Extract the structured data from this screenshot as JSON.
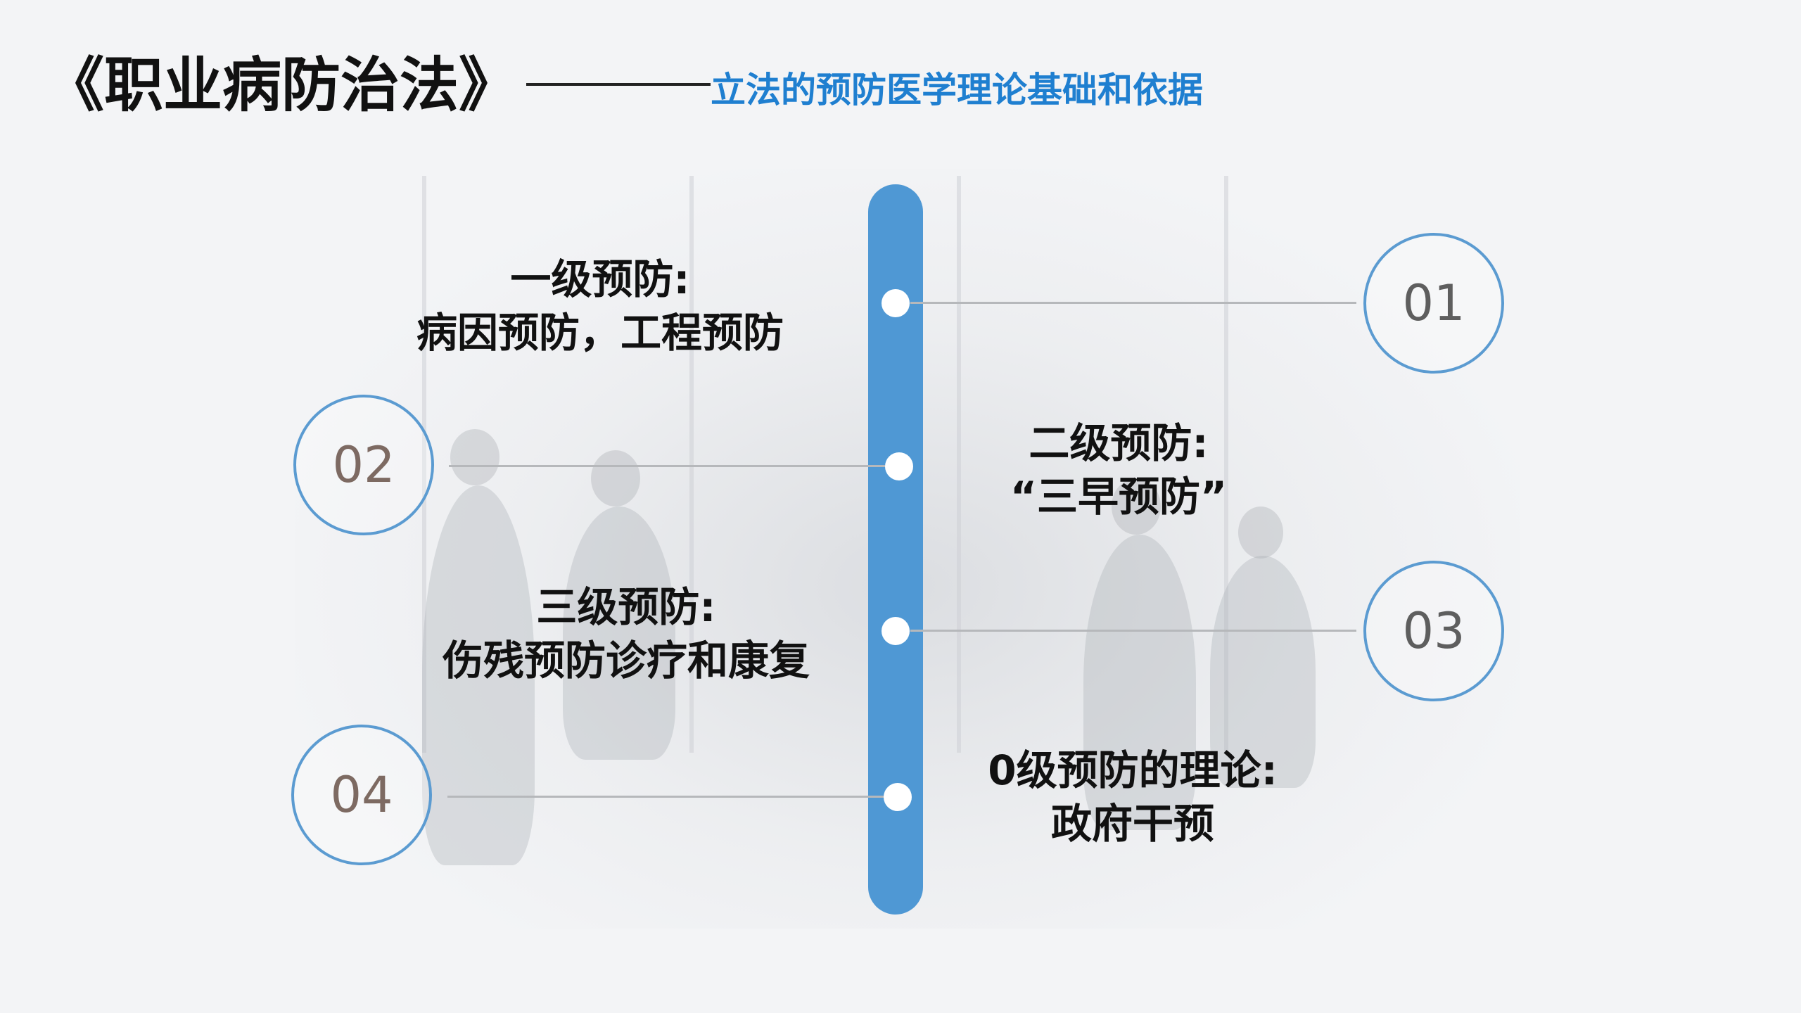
{
  "header": {
    "title": "《职业病防治法》",
    "subtitle": "立法的预防医学理论基础和依据"
  },
  "colors": {
    "accent": "#4f98d4",
    "subtitle": "#1f7fd0",
    "connector": "#b6b8bb"
  },
  "timeline": [
    {
      "number": "01",
      "line1": "一级预防:",
      "line2": "病因预防，工程预防"
    },
    {
      "number": "02",
      "line1": "二级预防:",
      "line2": "“三早预防”"
    },
    {
      "number": "03",
      "line1": "三级预防:",
      "line2": "伤残预防诊疗和康复"
    },
    {
      "number": "04",
      "line1": "0级预防的理论:",
      "line2": "政府干预"
    }
  ]
}
